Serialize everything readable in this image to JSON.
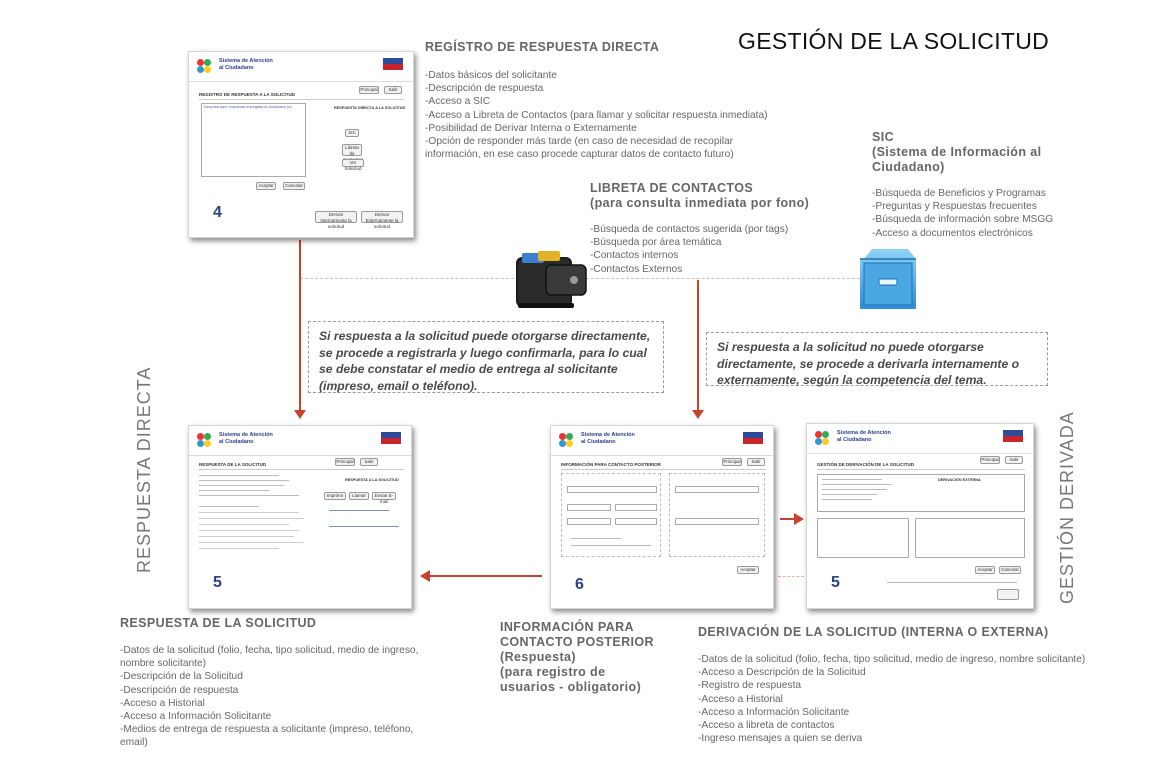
{
  "title": "GESTIÓN DE LA SOLICITUD",
  "side_labels": {
    "left": "RESPUESTA DIRECTA",
    "right": "GESTIÓN DERIVADA"
  },
  "registro": {
    "title": "REGÍSTRO DE RESPUESTA DIRECTA",
    "items": [
      "-Datos básicos del solicitante",
      "-Descripción de respuesta",
      "-Acceso a SIC",
      "-Acceso a Libreta de Contactos (para llamar y solicitar respuesta inmediata)",
      "-Posibilidad de Derivar Interna o Externamente",
      "-Opción de responder más tarde (en caso de necesidad de recopilar",
      "información, en ese caso procede capturar datos de contacto futuro)"
    ]
  },
  "sic": {
    "title_lines": [
      "SIC",
      "(Sistema de Información al",
      "Ciudadano)"
    ],
    "items": [
      "-Búsqueda de Beneficios y Programas",
      "-Preguntas y Respuestas frecuentes",
      "-Búsqueda de información sobre MSGG",
      "-Acceso a documentos electrónicos"
    ]
  },
  "libreta": {
    "title_lines": [
      "LIBRETA DE CONTACTOS",
      "(para consulta inmediata por fono)"
    ],
    "items": [
      "-Búsqueda de contactos sugerida (por tags)",
      "-Búsqueda por área temática",
      "-Contactos internos",
      "-Contactos Externos"
    ]
  },
  "notes": {
    "left": "Si respuesta a la solicitud puede otorgarse directamente, se procede a registrarla y luego confirmarla, para lo cual se debe constatar el medio de entrega al solicitante (impreso, email o teléfono).",
    "right": "Si respuesta a la solicitud no puede otorgarse directamente, se procede a derivarla internamente o externamente, según la competencia del tema."
  },
  "respuesta": {
    "title": "RESPUESTA DE LA SOLICITUD",
    "items": [
      "-Datos de la solicitud (folio, fecha, tipo solicitud, medio de ingreso,",
      "nombre solicitante)",
      "-Descripción de la Solicitud",
      "-Descripción de respuesta",
      "-Acceso a Historial",
      "-Acceso a Información Solicitante",
      "-Medios de entrega de respuesta a solicitante (impreso, teléfono,",
      "email)"
    ]
  },
  "informacion": {
    "title_lines": [
      "INFORMACIÓN PARA",
      "CONTACTO POSTERIOR",
      "(Respuesta)",
      "(para registro de",
      "usuarios - obligatorio)"
    ]
  },
  "derivacion": {
    "title": "DERIVACIÓN DE LA SOLICITUD (INTERNA O EXTERNA)",
    "items": [
      "-Datos de la solicitud (folio, fecha, tipo solicitud, medio de ingreso, nombre solicitante)",
      "-Acceso a Descripción de la Solicitud",
      "-Registro de respuesta",
      "-Acceso a Historial",
      "-Acceso a Información Solicitante",
      "-Acceso a libreta de contactos",
      "-Ingreso mensajes a quien se deriva"
    ]
  },
  "thumbs": {
    "app_title_1": "Sistema de Atención",
    "app_title_2": "al Ciudadano",
    "btn_principal": "Principal",
    "btn_salir": "Salir",
    "t4": {
      "number": "4",
      "heading": "REGISTRO DE RESPUESTA A LA SOLICITUD",
      "area_hint": "Describa aquí respuesta entregada al ciudadano (a)",
      "right_heading": "RESPUESTA DIRECTA A LA SOLICITUD",
      "btn_sic": "SIC",
      "btn_libreta": "Libreta de Contactos",
      "btn_ver": "Ver Solicitud",
      "btn_aceptar": "Aceptar",
      "btn_cancelar": "Cancelar",
      "btn_derivar_int": "Derivar Internamente la solicitud",
      "btn_derivar_ext": "Derivar Externamente la solicitud"
    },
    "t5a": {
      "number": "5",
      "heading": "RESPUESTA DE LA SOLICITUD",
      "right_heading": "RESPUESTA A LA SOLICITUD",
      "btn_1": "Imprimir",
      "btn_2": "Llamar",
      "btn_3": "Enviar E-mail"
    },
    "t6": {
      "number": "6",
      "heading": "INFORMACIÓN PARA CONTACTO POSTERIOR",
      "btn_aceptar": "Aceptar"
    },
    "t5b": {
      "number": "5",
      "heading": "GESTIÓN DE DERIVACIÓN DE LA SOLICITUD",
      "right_heading": "DERIVACIÓN EXTERNA",
      "btn_1": "Aceptar",
      "btn_2": "Cancelar"
    }
  },
  "colors": {
    "arrow": "#c7422c",
    "accent_blue": "#2c3f8f",
    "note_border": "#9a9a9a"
  }
}
